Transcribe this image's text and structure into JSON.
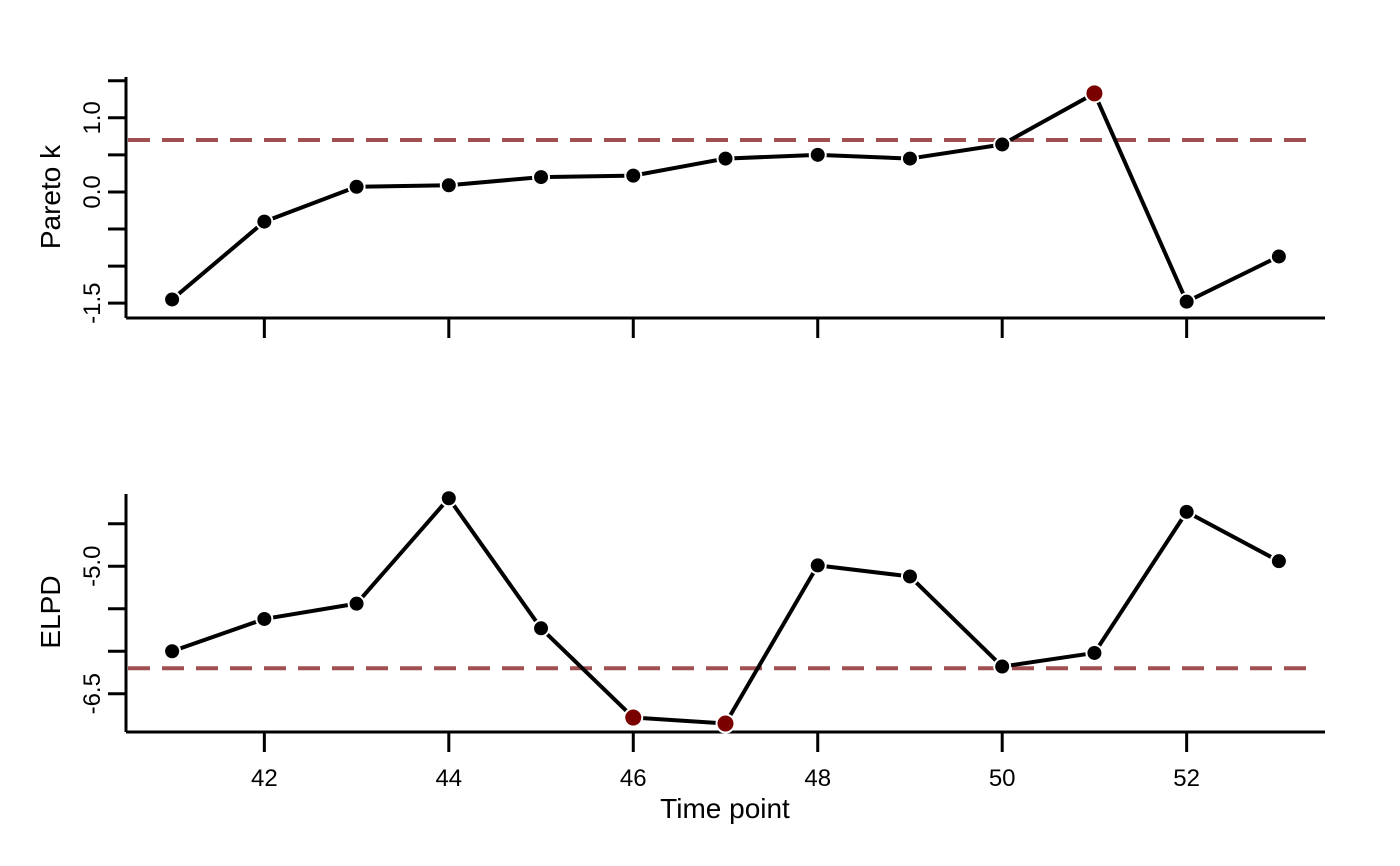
{
  "chart_data": [
    {
      "type": "line",
      "ylabel": "Pareto k",
      "xlabel": "",
      "xlim": [
        40.5,
        53.5
      ],
      "ylim": [
        -1.7,
        1.55
      ],
      "x": [
        41,
        42,
        43,
        44,
        45,
        46,
        47,
        48,
        49,
        50,
        51,
        52,
        53
      ],
      "values": [
        -1.45,
        -0.4,
        0.07,
        0.09,
        0.2,
        0.22,
        0.45,
        0.5,
        0.45,
        0.64,
        1.33,
        -1.48,
        -0.87
      ],
      "highlight": [
        false,
        false,
        false,
        false,
        false,
        false,
        false,
        false,
        false,
        false,
        true,
        false,
        false
      ],
      "threshold": 0.7,
      "x_ticks": [
        42,
        44,
        46,
        48,
        50,
        52
      ],
      "show_x_tick_labels": false,
      "y_ticks": [
        -1.5,
        -1.0,
        -0.5,
        0.0,
        0.5,
        1.0,
        1.5
      ],
      "y_tick_labels": [
        {
          "value": -1.5,
          "label": "-1.5"
        },
        {
          "value": 0.0,
          "label": "0.0"
        },
        {
          "value": 1.0,
          "label": "1.0"
        }
      ],
      "line_color": "#000000",
      "point_color": "#000000",
      "highlight_color": "#7a0000",
      "threshold_color": "#a05050",
      "grid": false
    },
    {
      "type": "line",
      "ylabel": "ELPD",
      "xlabel": "Time point",
      "xlim": [
        40.5,
        53.5
      ],
      "ylim": [
        -6.95,
        -4.15
      ],
      "x": [
        41,
        42,
        43,
        44,
        45,
        46,
        47,
        48,
        49,
        50,
        51,
        52,
        53
      ],
      "values": [
        -6.0,
        -5.62,
        -5.44,
        -4.2,
        -5.73,
        -6.78,
        -6.85,
        -4.99,
        -5.12,
        -6.18,
        -6.02,
        -4.36,
        -4.94
      ],
      "highlight": [
        false,
        false,
        false,
        false,
        false,
        true,
        true,
        false,
        false,
        false,
        false,
        false,
        false
      ],
      "threshold": -6.2,
      "x_ticks": [
        42,
        44,
        46,
        48,
        50,
        52
      ],
      "show_x_tick_labels": true,
      "x_tick_labels": [
        "42",
        "44",
        "46",
        "48",
        "50",
        "52"
      ],
      "y_ticks": [
        -7.0,
        -6.5,
        -6.0,
        -5.5,
        -5.0,
        -4.5,
        -4.0
      ],
      "y_tick_labels": [
        {
          "value": -6.5,
          "label": "-6.5"
        },
        {
          "value": -5.0,
          "label": "-5.0"
        }
      ],
      "line_color": "#000000",
      "point_color": "#000000",
      "highlight_color": "#7a0000",
      "threshold_color": "#a05050",
      "grid": false
    }
  ]
}
